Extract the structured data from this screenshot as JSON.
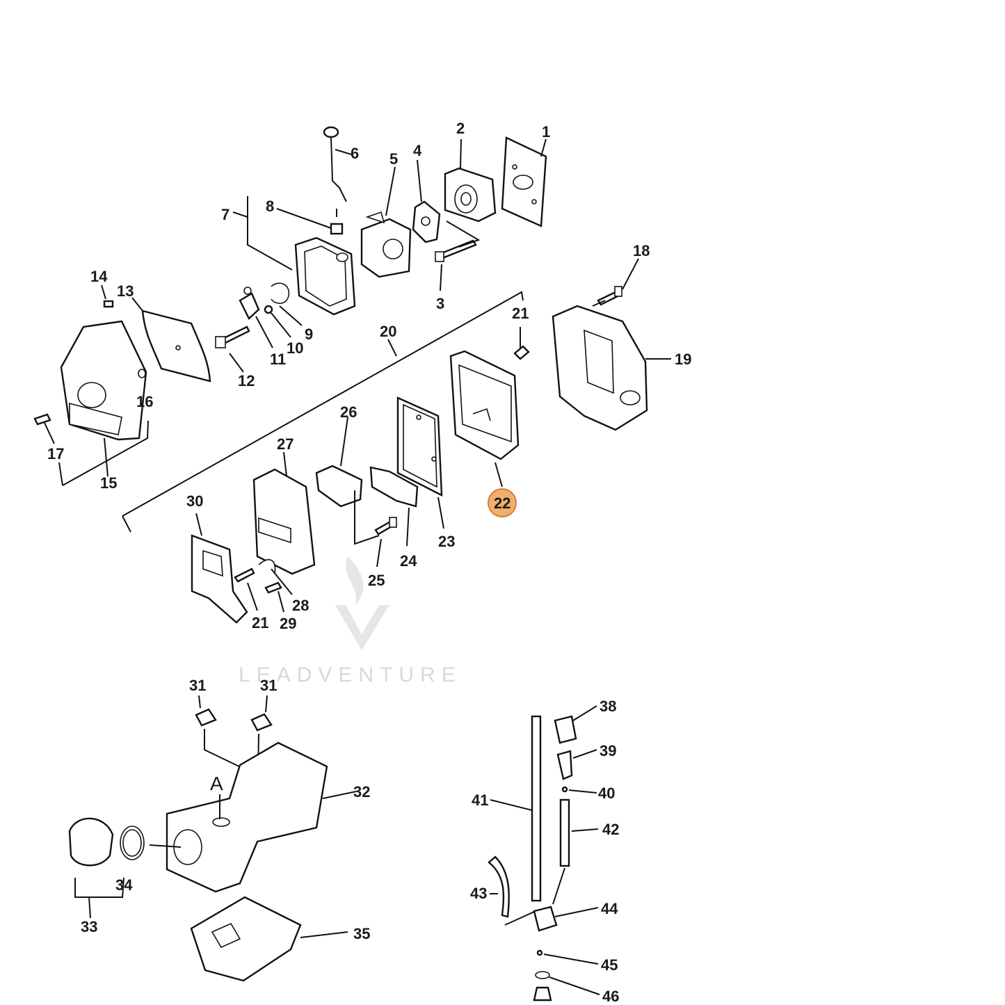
{
  "diagram": {
    "highlighted_part": "22",
    "callout_letter": "A",
    "watermark": "LEADVENTURE",
    "part_labels": {
      "p1": "1",
      "p2": "2",
      "p3": "3",
      "p4": "4",
      "p5": "5",
      "p6": "6",
      "p7": "7",
      "p8": "8",
      "p9": "9",
      "p10": "10",
      "p11": "11",
      "p12": "12",
      "p13": "13",
      "p14": "14",
      "p15": "15",
      "p16": "16",
      "p17": "17",
      "p18": "18",
      "p19": "19",
      "p20": "20",
      "p21a": "21",
      "p21b": "21",
      "p22": "22",
      "p23": "23",
      "p24": "24",
      "p25": "25",
      "p26": "26",
      "p27": "27",
      "p28": "28",
      "p29": "29",
      "p30": "30",
      "p31a": "31",
      "p31b": "31",
      "p32": "32",
      "p33": "33",
      "p34": "34",
      "p35": "35",
      "p38": "38",
      "p39": "39",
      "p40": "40",
      "p41": "41",
      "p42": "42",
      "p43": "43",
      "p44": "44",
      "p45": "45",
      "p46": "46"
    }
  },
  "colors": {
    "highlight": "#f0a860",
    "line": "#111111",
    "watermark": "#d8d8d8"
  }
}
